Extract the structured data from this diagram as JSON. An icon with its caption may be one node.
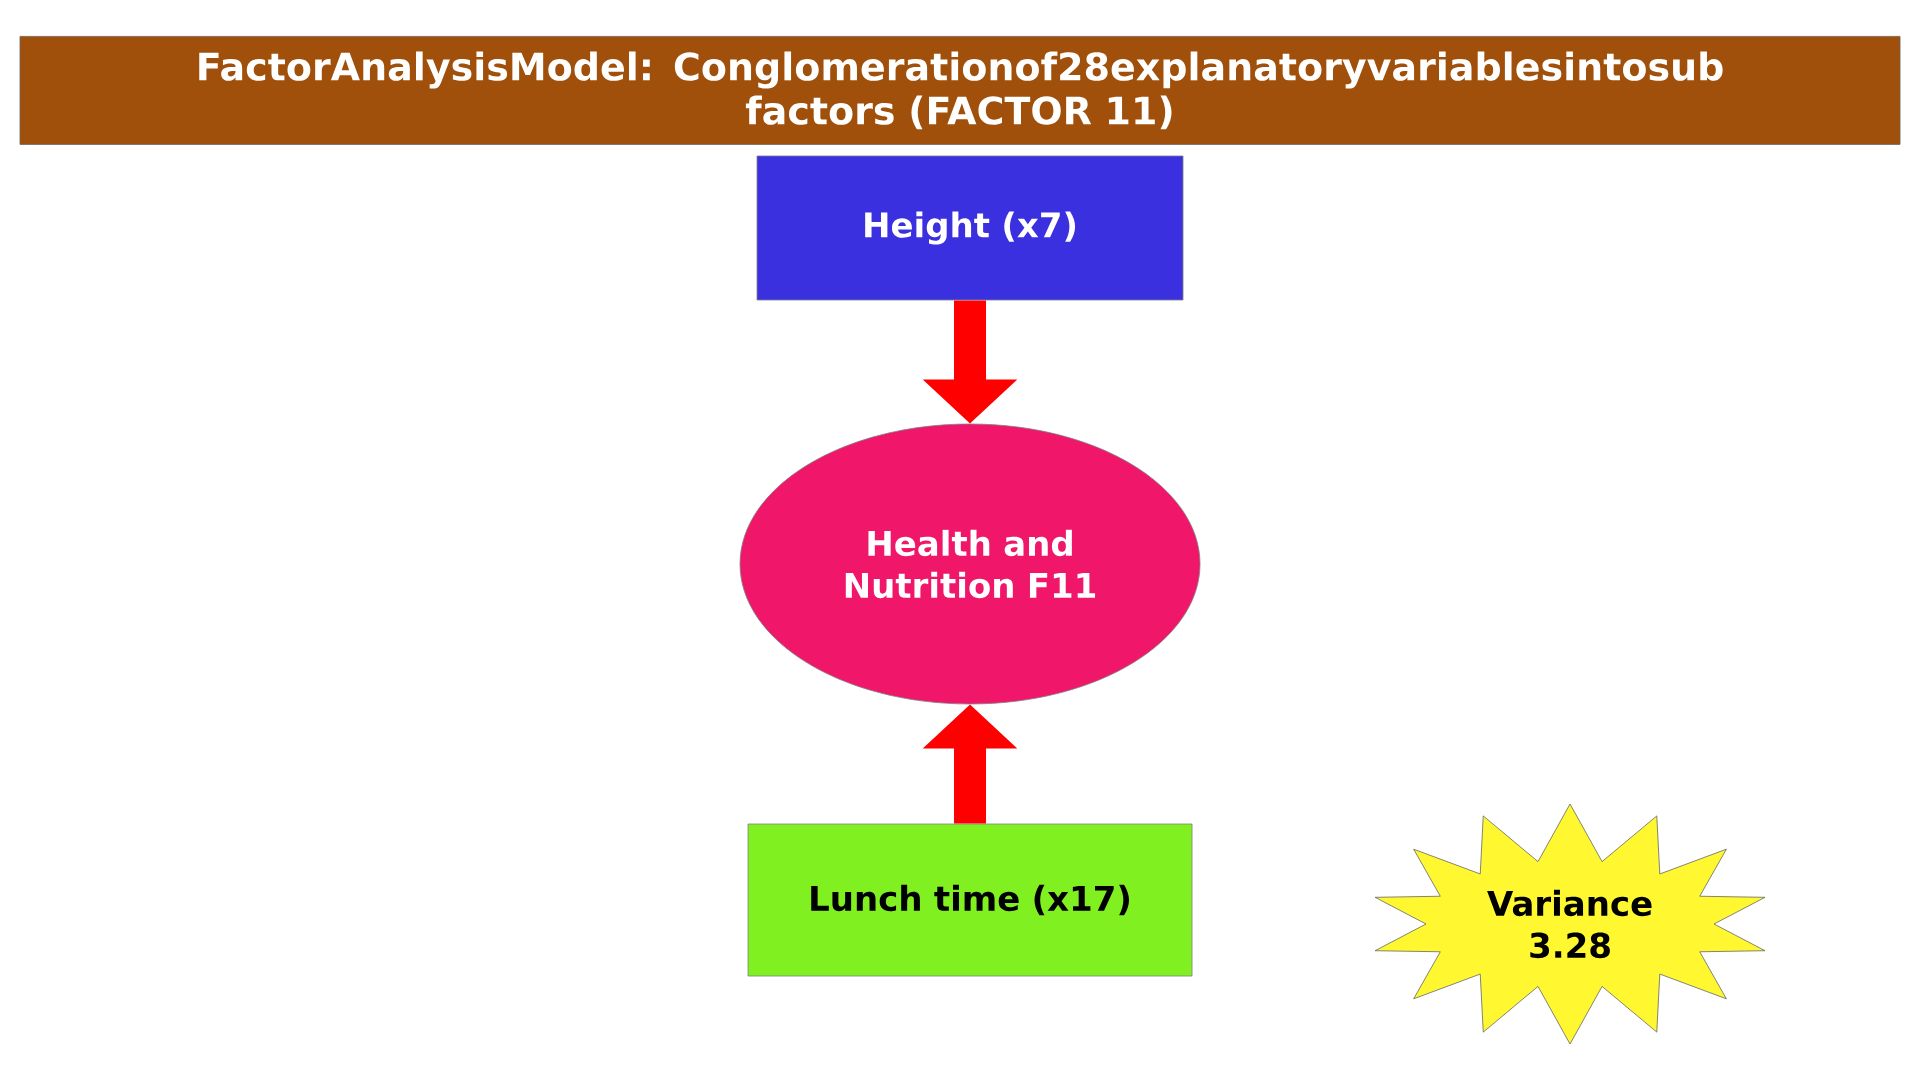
{
  "diagram": {
    "title": "FactorAnalysisModel: Conglomerationof28explanatoryvariablesintosub factors (FACTOR 11)",
    "nodes": [
      {
        "text": [
          "Height (x7)"
        ]
      },
      {
        "text": [
          "Health and Nutrition F11"
        ]
      },
      {
        "text": [
          "Lunch time (x17)"
        ]
      },
      {
        "text": [
          "Variance 3.28"
        ]
      }
    ],
    "edges": [
      {
        "from": 0,
        "to": 1,
        "arrow": "to"
      },
      {
        "from": 2,
        "to": 1,
        "arrow": "to"
      }
    ]
  }
}
